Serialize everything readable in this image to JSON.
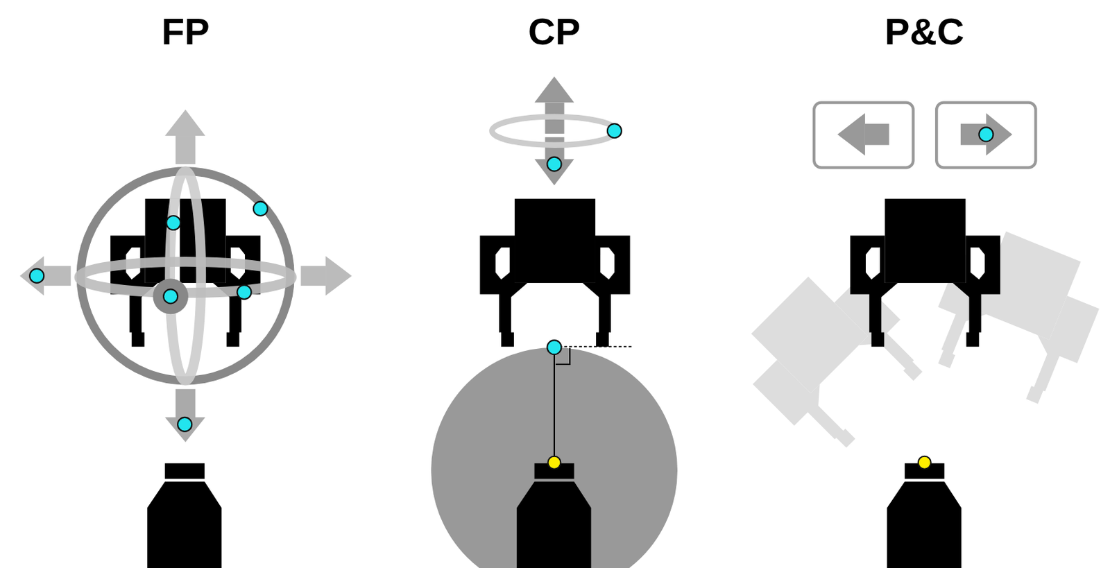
{
  "diagram": {
    "labels": [
      "FP",
      "CP",
      "P&C"
    ]
  }
}
